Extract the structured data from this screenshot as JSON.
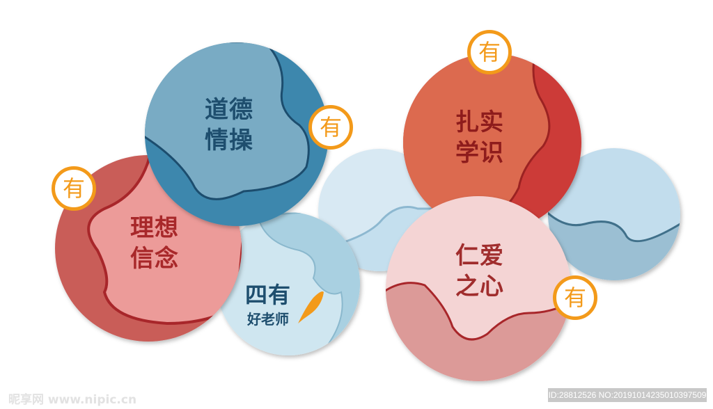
{
  "colors": {
    "badge": "#f39a1a",
    "blue_dark": "#3d87ad",
    "blue_light": "#79abc4",
    "red_dark": "#c95d59",
    "red_light": "#ec9b99",
    "coral": "#dc6a50",
    "crimson": "#cc3b38",
    "pink": "#f4d4d4",
    "rose": "#dc9a98"
  },
  "center": {
    "line1": "四有",
    "line2": "好老师",
    "icon": "feather-icon"
  },
  "circles": [
    {
      "label": "道德\n情操",
      "badge": "有"
    },
    {
      "label": "理想\n信念",
      "badge": "有"
    },
    {
      "label": "扎实\n学识",
      "badge": "有"
    },
    {
      "label": "仁爱\n之心",
      "badge": "有"
    }
  ],
  "watermark": "昵享网 www.nipic.cn",
  "image_id": "ID:28812526 NO:20191014235010397509"
}
